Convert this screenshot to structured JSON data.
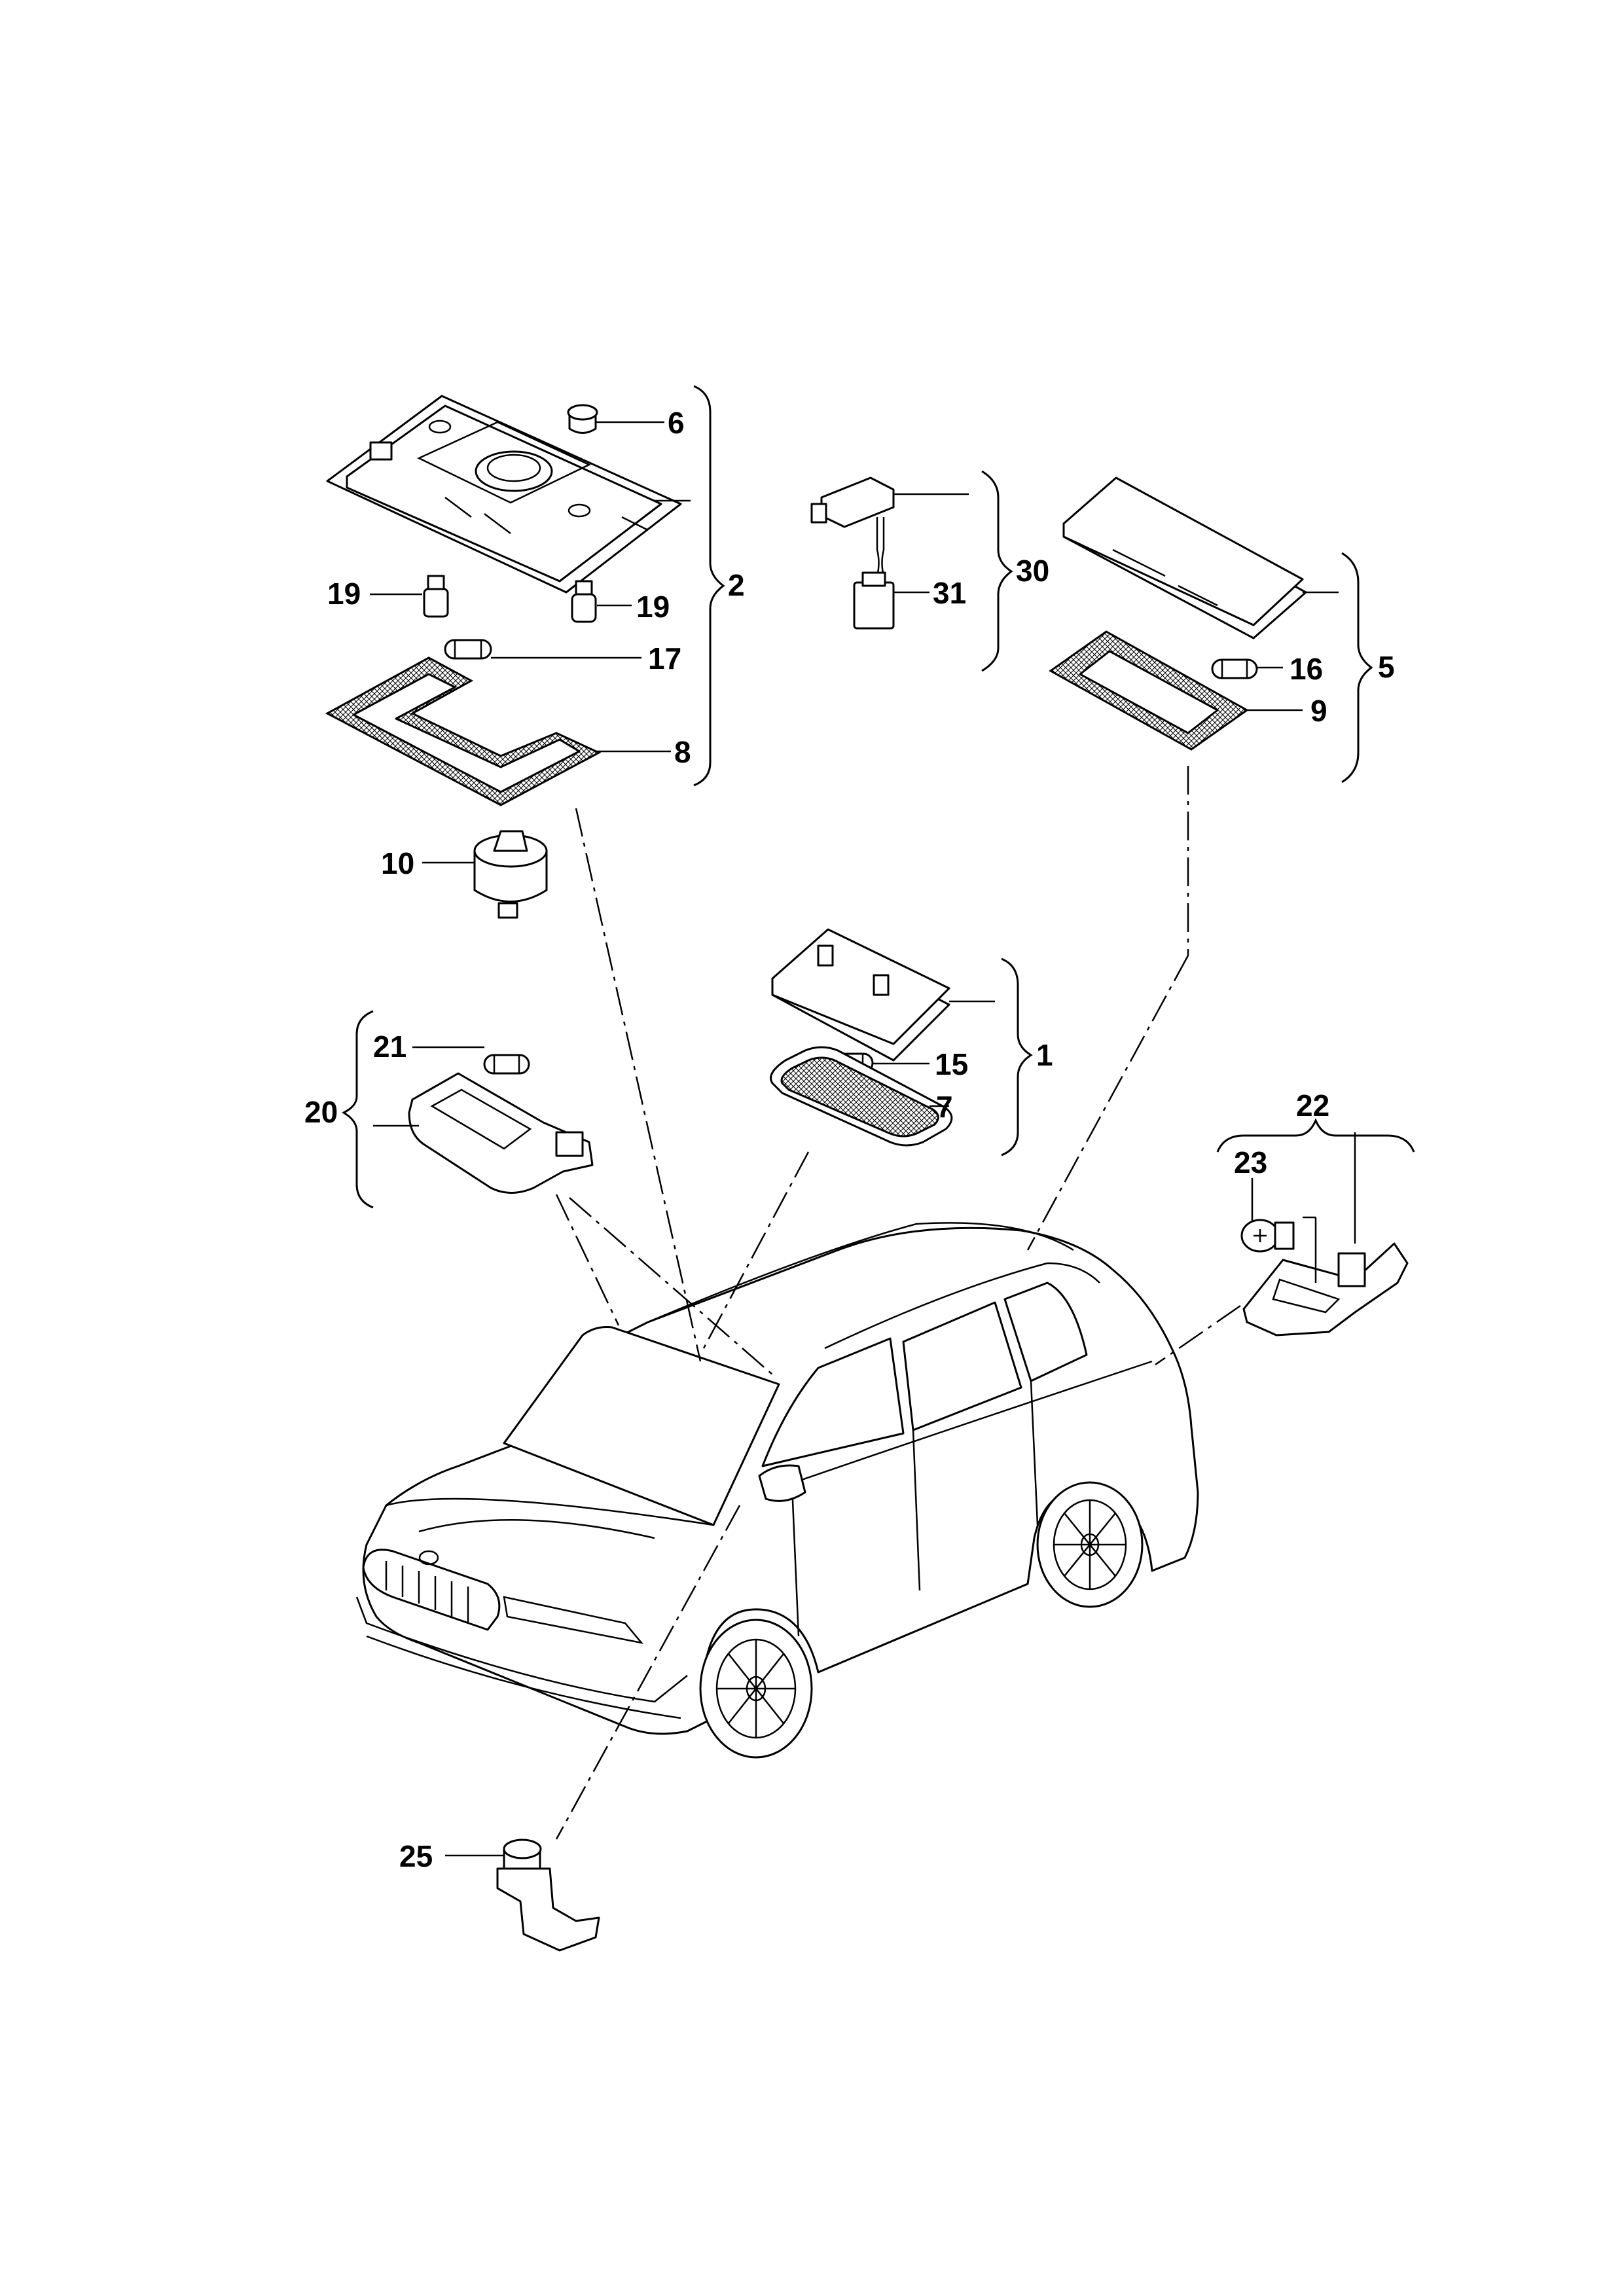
{
  "labels": {
    "p1": "1",
    "p2": "2",
    "p5": "5",
    "p6": "6",
    "p7": "7",
    "p8": "8",
    "p9": "9",
    "p10": "10",
    "p15": "15",
    "p16": "16",
    "p17": "17",
    "p19a": "19",
    "p19b": "19",
    "p20": "20",
    "p21": "21",
    "p22": "22",
    "p23": "23",
    "p25": "25",
    "p30": "30",
    "p31": "31"
  }
}
